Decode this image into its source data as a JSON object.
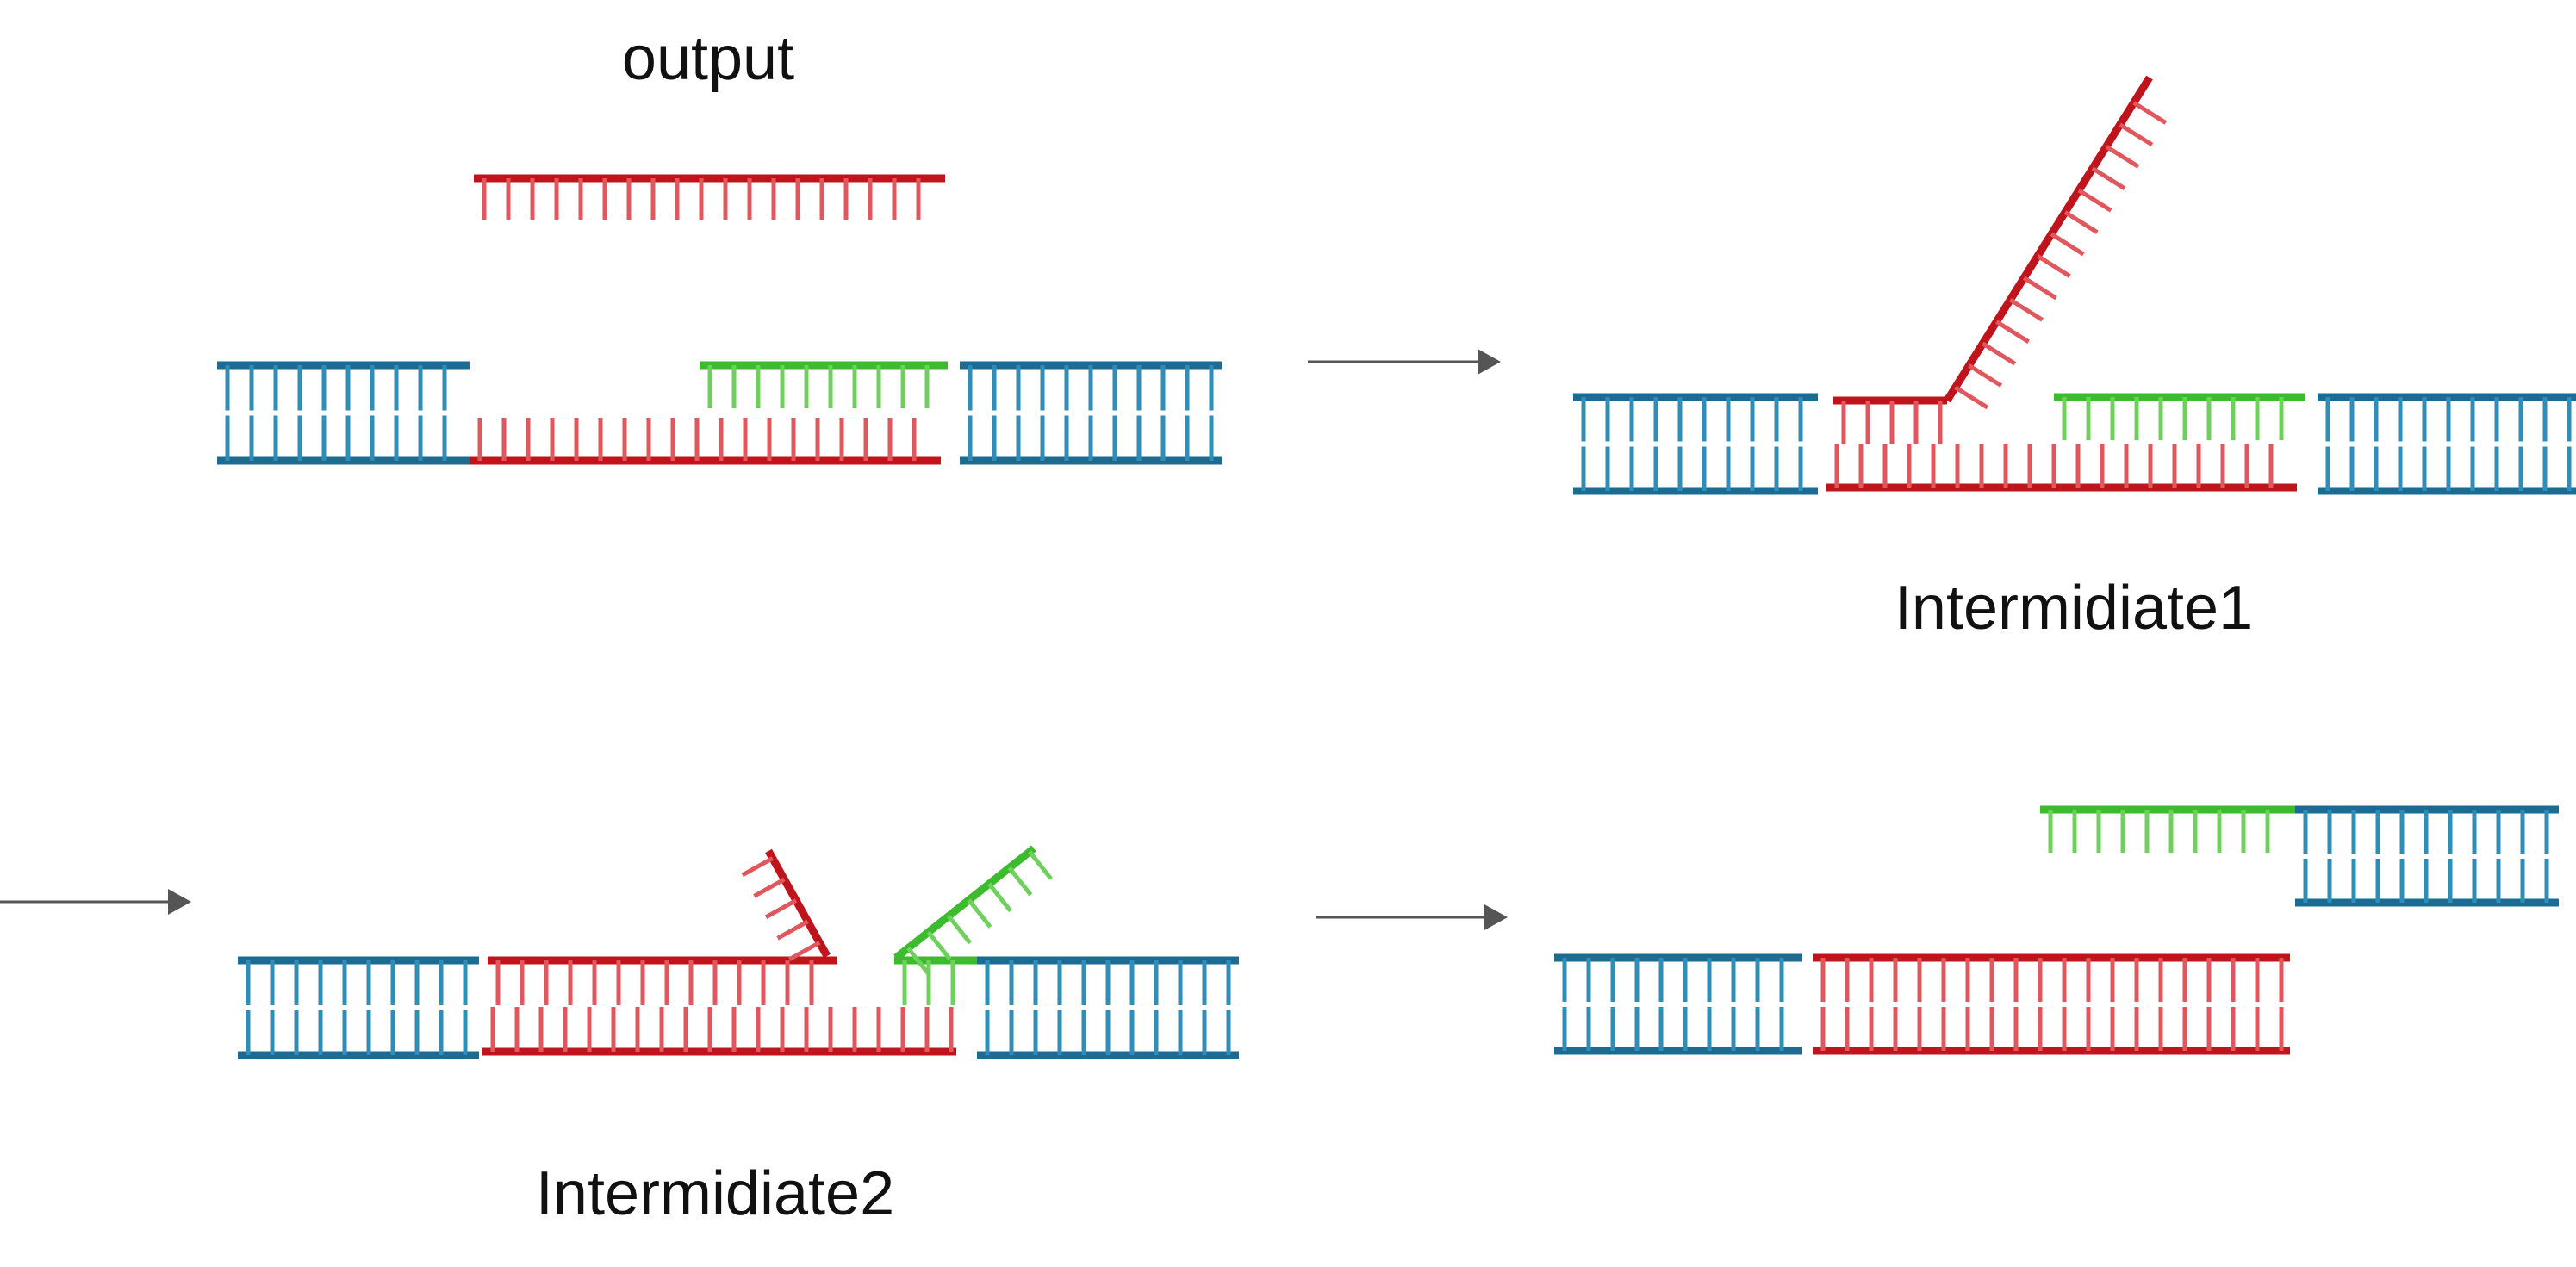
{
  "labels": {
    "output": "output",
    "intermediate1": "Intermidiate1",
    "intermediate2": "Intermidiate2"
  },
  "colors": {
    "blue": "#1b6b93",
    "blue_tick": "#2f8db8",
    "red": "#c0141c",
    "red_tick": "#e0575d",
    "green": "#3dbb2e",
    "green_tick": "#6fd05e",
    "arrow": "#555555",
    "text": "#111111"
  }
}
